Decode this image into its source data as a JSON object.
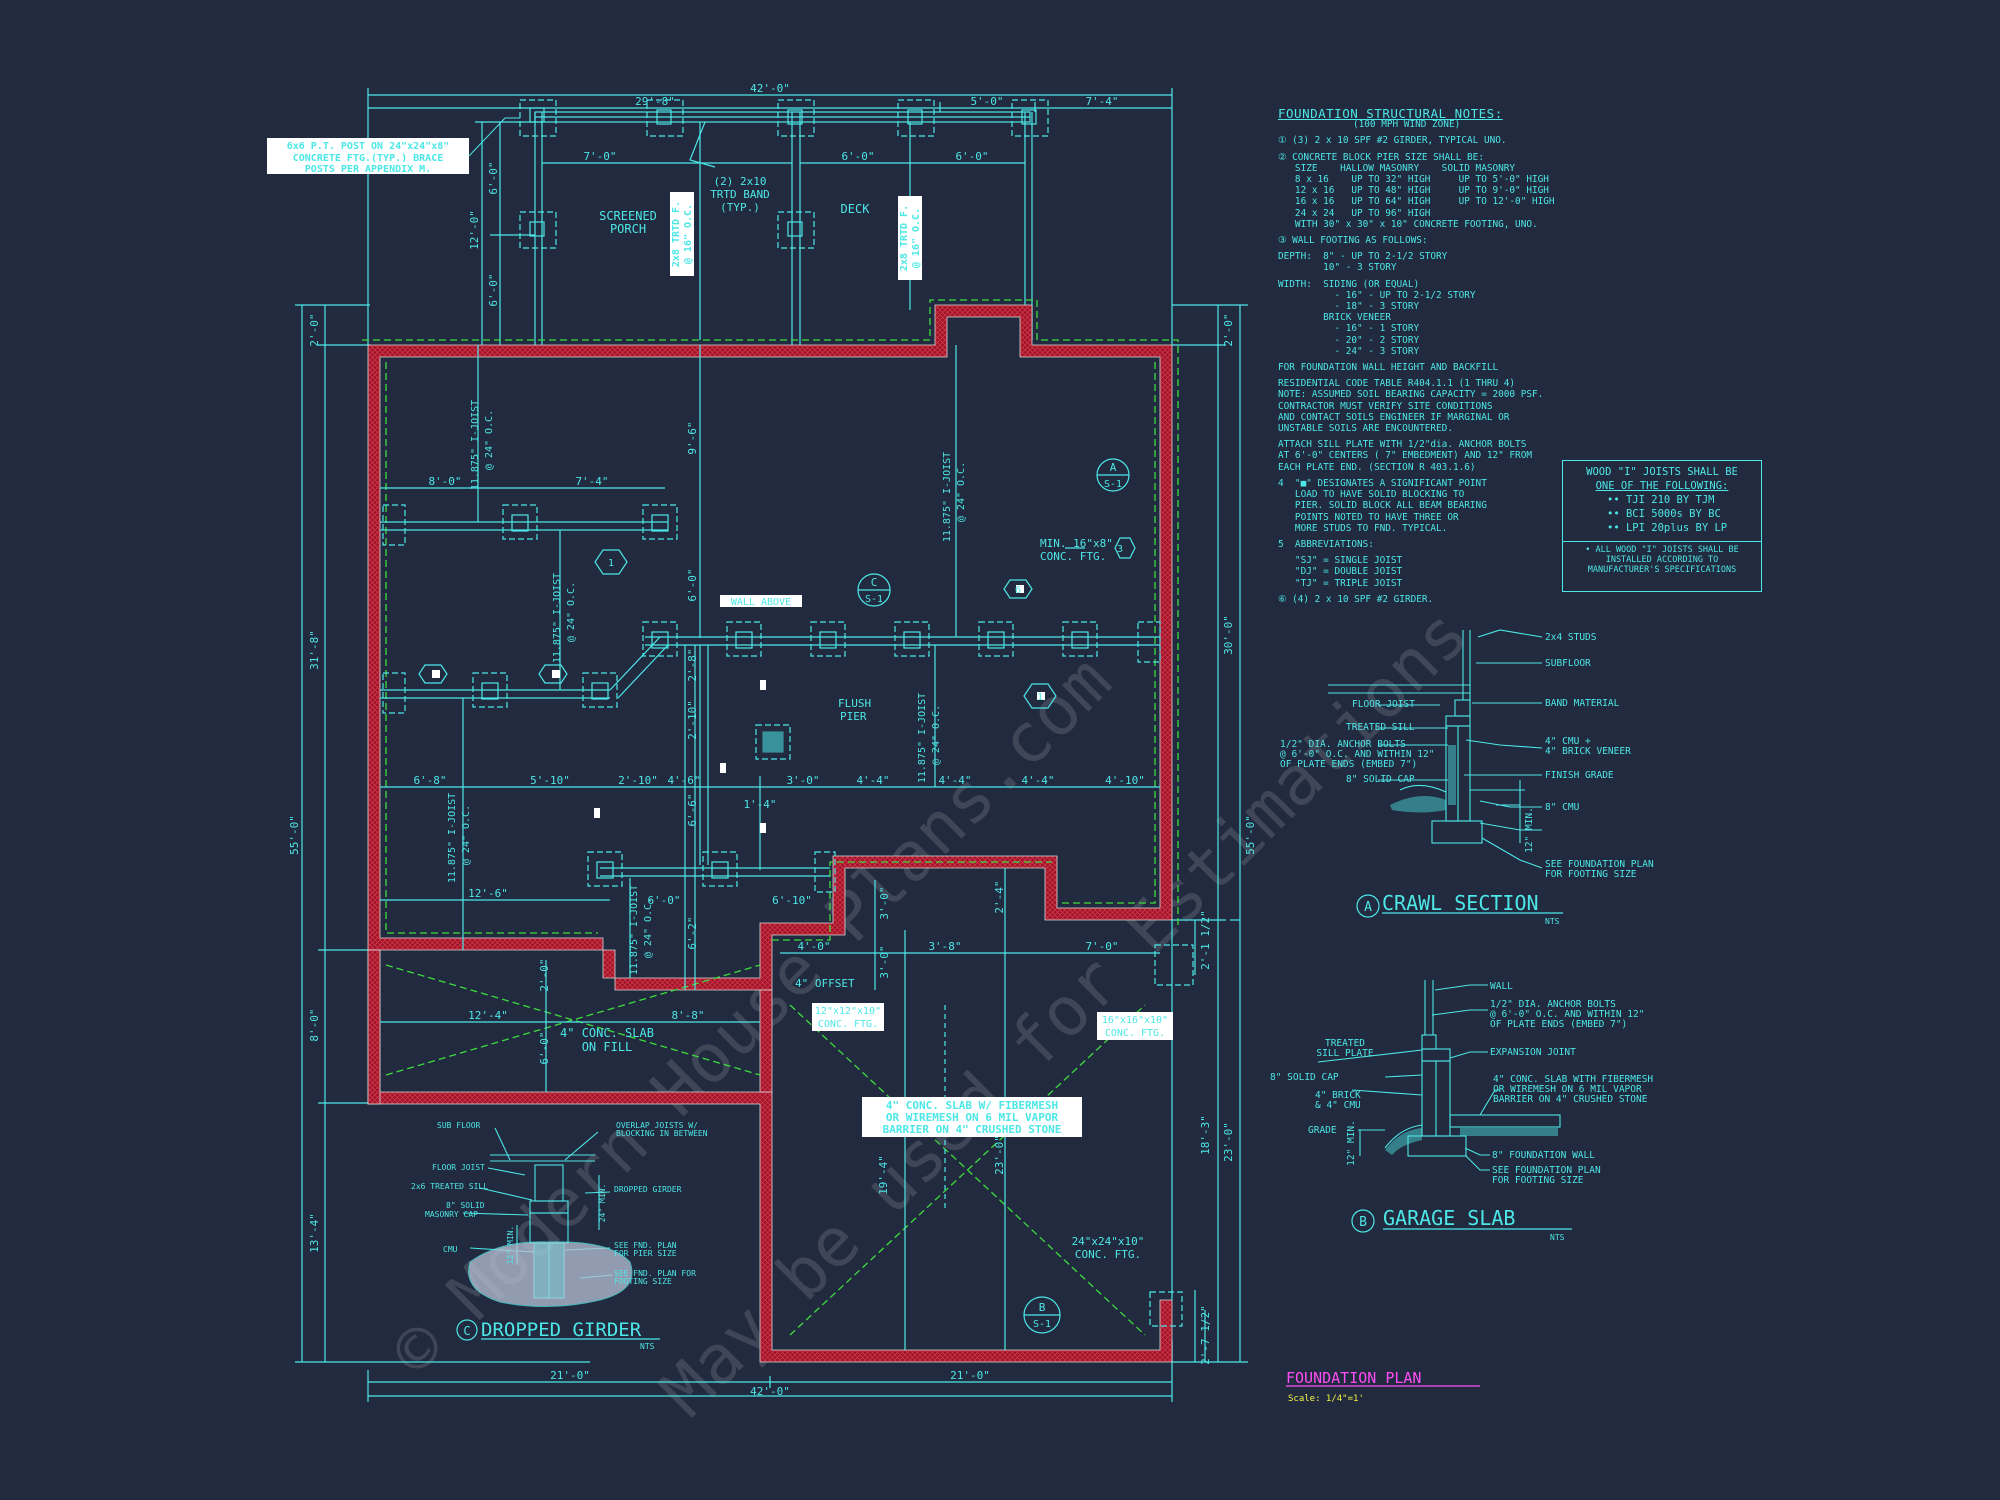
{
  "plan_title": "FOUNDATION PLAN",
  "plan_scale": "Scale: 1/4\"=1'",
  "watermark_1": "© Modern House Plans.com",
  "watermark_2": "May be used for Estimations",
  "dims": {
    "top_overall": "42'-0\"",
    "top_a": "29'-8\"",
    "top_b": "5'-0\"",
    "top_c": "7'-4\"",
    "bottom_overall": "42'-0\"",
    "bottom_a": "21'-0\"",
    "bottom_b": "21'-0\"",
    "left_overall": "55'-0\"",
    "left_a": "31'-8\"",
    "left_b": "8'-0\"",
    "left_c": "13'-4\"",
    "left_top": "2'-0\"",
    "right_overall": "55'-0\"",
    "right_a": "30'-0\"",
    "right_b": "23'-0\"",
    "right_top": "2'-0\"",
    "porch_7": "7'-0\"",
    "porch_6a": "6'-0\"",
    "porch_6b": "6'-0\"",
    "porch_12": "12'-0\"",
    "porch_6v": "6'-0\"",
    "porch_6v2": "6'-0\"",
    "d_8_0": "8'-0\"",
    "d_7_4": "7'-4\"",
    "d_9_6": "9'-6\"",
    "d_6_0": "6'-0\"",
    "d_6_8": "6'-8\"",
    "d_5_10": "5'-10\"",
    "d_2_10a": "2'-10\"",
    "d_4_6": "4'-6\"",
    "d_3_0": "3'-0\"",
    "d_4_4a": "4'-4\"",
    "d_4_4b": "4'-4\"",
    "d_4_4c": "4'-4\"",
    "d_4_10": "4'-10\"",
    "d_2_8": "2'-8\"",
    "d_2_10b": "2'-10\"",
    "d_1_4": "1'-4\"",
    "d_6_6": "6'-6\"",
    "d_12_6": "12'-6\"",
    "d_6_0b": "6'-0\"",
    "d_6_10": "6'-10\"",
    "d_6_2": "6'-2\"",
    "d_3_0b": "3'-0\"",
    "d_2_4": "2'-4\"",
    "d_4_0": "4'-0\"",
    "d_3_8": "3'-8\"",
    "d_7_0": "7'-0\"",
    "d_3_0c": "3'-0\"",
    "d_2_1_2": "2'-1 1/2\"",
    "d_2_0": "2'-0\"",
    "d_12_4": "12'-4\"",
    "d_8_8": "8'-8\"",
    "d_6_0c": "6'-0\"",
    "d_19_4": "19'-4\"",
    "d_23_0": "23'-0\"",
    "d_18_3": "18'-3\"",
    "d_2_7_2": "2'-7 1/2\""
  },
  "labels": {
    "screened_porch_1": "SCREENED",
    "screened_porch_2": "PORCH",
    "deck": "DECK",
    "trtd_band_1": "(2) 2x10",
    "trtd_band_2": "TRTD BAND",
    "trtd_band_3": "(TYP.)",
    "post_callout_1": "6x6 P.T. POST ON 24\"x24\"x8\"",
    "post_callout_2": "CONCRETE FTG.(TYP.) BRACE",
    "post_callout_3": "POSTS PER APPENDIX M.",
    "joist_1a": "11.875\" I-JOIST",
    "joist_1b": "@ 24\" O.C.",
    "joist_2a": "11.875\" I-JOIST",
    "joist_2b": "@ 24\" O.C.",
    "joist_3a": "11.875\" I-JOIST",
    "joist_3b": "@ 24\" O.C.",
    "joist_4a": "11.875\" I-JOIST",
    "joist_4b": "@ 24\" O.C.",
    "joist_5a": "11.875\" I-JOIST",
    "joist_5b": "@ 24\" O.C.",
    "joist_6a": "11.875\" I-JOIST",
    "joist_6b": "@ 24\" O.C.",
    "trtd_f1": "2x8 TRTD F.",
    "trtd_f1b": "@ 16\" O.C.",
    "trtd_f2": "2x8 TRTD F.",
    "trtd_f2b": "@ 16\" O.C.",
    "min_ftg_1": "MIN. 16\"x8\"",
    "min_ftg_2": "CONC. FTG.",
    "wall_above": "WALL ABOVE",
    "flush_pier_1": "FLUSH",
    "flush_pier_2": "PIER",
    "offset": "4\" OFFSET",
    "conc_ftg_a1": "12\"x12\"x10\"",
    "conc_ftg_a2": "CONC. FTG.",
    "conc_ftg_b1": "16\"x16\"x10\"",
    "conc_ftg_b2": "CONC. FTG.",
    "slab_fill_1": "4\" CONC. SLAB",
    "slab_fill_2": "ON FILL",
    "garage_slab_1": "4\" CONC. SLAB W/ FIBERMESH",
    "garage_slab_2": "OR WIREMESH ON 6 MIL VAPOR",
    "garage_slab_3": "BARRIER ON 4\" CRUSHED STONE",
    "ftg_24_1": "24\"x24\"x10\"",
    "ftg_24_2": "CONC. FTG.",
    "tag_a": "A",
    "tag_s1": "S-1",
    "tag_b": "B",
    "tag_c": "C",
    "note_1": "1",
    "note_3": "3",
    "note_6": "6"
  },
  "crawl_section": {
    "title": "CRAWL SECTION",
    "letter": "A",
    "nts": "NTS",
    "studs": "2x4 STUDS",
    "subfloor": "SUBFLOOR",
    "band": "BAND MATERIAL",
    "floor_joist": "FLOOR JOIST",
    "treated_sill": "TREATED SILL",
    "anchor_1": "1/2\" DIA. ANCHOR BOLTS",
    "anchor_2": "@ 6'-0\" O.C. AND WITHIN 12\"",
    "anchor_3": "OF PLATE ENDS (EMBED 7\")",
    "solid_cap": "8\" SOLID CAP",
    "cmu_1": "4\" CMU +",
    "cmu_2": "4\" BRICK VENEER",
    "finish_grade": "FINISH GRADE",
    "cmu_8": "8\" CMU",
    "min12": "12\" MIN.",
    "see_fnd_1": "SEE FOUNDATION PLAN",
    "see_fnd_2": "FOR FOOTING SIZE"
  },
  "garage_section": {
    "title": "GARAGE SLAB",
    "letter": "B",
    "nts": "NTS",
    "wall": "WALL",
    "anchor_1": "1/2\" DIA. ANCHOR BOLTS",
    "anchor_2": "@ 6'-0\" O.C. AND WITHIN 12\"",
    "anchor_3": "OF PLATE ENDS (EMBED 7\")",
    "treated_1": "TREATED",
    "treated_2": "SILL PLATE",
    "expansion": "EXPANSION JOINT",
    "solid_cap": "8\" SOLID CAP",
    "slab_1": "4\" CONC. SLAB WITH FIBERMESH",
    "slab_2": "OR WIREMESH ON 6 MIL VAPOR",
    "slab_3": "BARRIER ON 4\" CRUSHED STONE",
    "brick_1": "4\" BRICK",
    "brick_2": "& 4\" CMU",
    "grade": "GRADE",
    "fnd_wall": "8\" FOUNDATION WALL",
    "see_fnd_1": "SEE FOUNDATION PLAN",
    "see_fnd_2": "FOR FOOTING SIZE",
    "min12": "12\" MIN."
  },
  "girder_section": {
    "title": "DROPPED GIRDER",
    "letter": "C",
    "nts": "NTS",
    "sub_floor": "SUB FLOOR",
    "overlap_1": "OVERLAP JOISTS W/",
    "overlap_2": "BLOCKING IN BETWEEN",
    "floor_joist": "FLOOR JOIST",
    "treated_sill": "2x6 TREATED SILL",
    "dropped": "DROPPED GIRDER",
    "solid_1": "8\" SOLID",
    "solid_2": "MASONRY CAP",
    "cmu": "CMU",
    "min24": "24\" MIN.",
    "min12": "12\" MIN.",
    "pier_1": "SEE FND. PLAN",
    "pier_2": "FOR PIER SIZE",
    "ftg_1": "SEE FND. PLAN FOR",
    "ftg_2": "FOOTING SIZE"
  },
  "notes": {
    "title": "FOUNDATION STRUCTURAL NOTES:",
    "subtitle": "(100 MPH WIND ZONE)",
    "n1": "(3) 2 x 10 SPF #2 GIRDER, TYPICAL UNO.",
    "n2": "CONCRETE BLOCK PIER SIZE SHALL BE:",
    "n2h": "   SIZE    HALLOW MASONRY    SOLID MASONRY",
    "n2a": "   8 x 16    UP TO 32\" HIGH     UP TO 5'-0\" HIGH",
    "n2b": "   12 x 16   UP TO 48\" HIGH     UP TO 9'-0\" HIGH",
    "n2c": "   16 x 16   UP TO 64\" HIGH     UP TO 12'-0\" HIGH",
    "n2d": "   24 x 24   UP TO 96\" HIGH",
    "n2e": "   WITH 30\" x 30\" x 10\" CONCRETE FOOTING, UNO.",
    "n3": "WALL FOOTING AS FOLLOWS:",
    "n3a": "DEPTH:  8\" - UP TO 2-1/2 STORY",
    "n3b": "        10\" - 3 STORY",
    "n3c": "WIDTH:  SIDING (OR EQUAL)",
    "n3d": "          - 16\" - UP TO 2-1/2 STORY",
    "n3e": "          - 18\" - 3 STORY",
    "n3f": "        BRICK VENEER",
    "n3g": "          - 16\" - 1 STORY",
    "n3h": "          - 20\" - 2 STORY",
    "n3i": "          - 24\" - 3 STORY",
    "n3j": "FOR FOUNDATION WALL HEIGHT AND BACKFILL",
    "n3k": "RESIDENTIAL CODE TABLE R404.1.1 (1 THRU 4)",
    "n3l": "NOTE: ASSUMED SOIL BEARING CAPACITY = 2000 PSF.",
    "n3m": "CONTRACTOR MUST VERIFY SITE CONDITIONS",
    "n3n": "AND CONTACT SOILS ENGINEER IF MARGINAL OR",
    "n3o": "UNSTABLE SOILS ARE ENCOUNTERED.",
    "n3p": "ATTACH SILL PLATE WITH 1/2\"dia. ANCHOR BOLTS",
    "n3q": "AT 6'-0\" CENTERS ( 7\" EMBEDMENT) AND 12\" FROM",
    "n3r": "EACH PLATE END. (SECTION R 403.1.6)",
    "n4a": "4  \"■\" DESIGNATES A SIGNIFICANT POINT",
    "n4b": "   LOAD TO HAVE SOLID BLOCKING TO",
    "n4c": "   PIER. SOLID BLOCK ALL BEAM BEARING",
    "n4d": "   POINTS NOTED TO HAVE THREE OR",
    "n4e": "   MORE STUDS TO FND. TYPICAL.",
    "n5": "5  ABBREVIATIONS:",
    "n5a": "   \"SJ\" = SINGLE JOIST",
    "n5b": "   \"DJ\" = DOUBLE JOIST",
    "n5c": "   \"TJ\" = TRIPLE JOIST",
    "n6": "(4) 2 x 10 SPF #2 GIRDER."
  },
  "wood_box": {
    "title_1": "WOOD \"I\" JOISTS SHALL BE",
    "title_2": "ONE OF THE FOLLOWING:",
    "opt_1": "•• TJI 210 BY TJM",
    "opt_2": "•• BCI 5000s BY BC",
    "opt_3": "•• LPI 20plus BY LP",
    "note_1": "• ALL WOOD \"I\" JOISTS SHALL BE",
    "note_2": "INSTALLED ACCORDING TO",
    "note_3": "MANUFACTURER'S SPECIFICATIONS"
  },
  "colors": {
    "background": "#212a3e",
    "line": "#4de7e7",
    "wall": "#b0162b",
    "hidden": "#3ddc3d",
    "title": "#ff4df5",
    "scale": "#f5f542"
  }
}
